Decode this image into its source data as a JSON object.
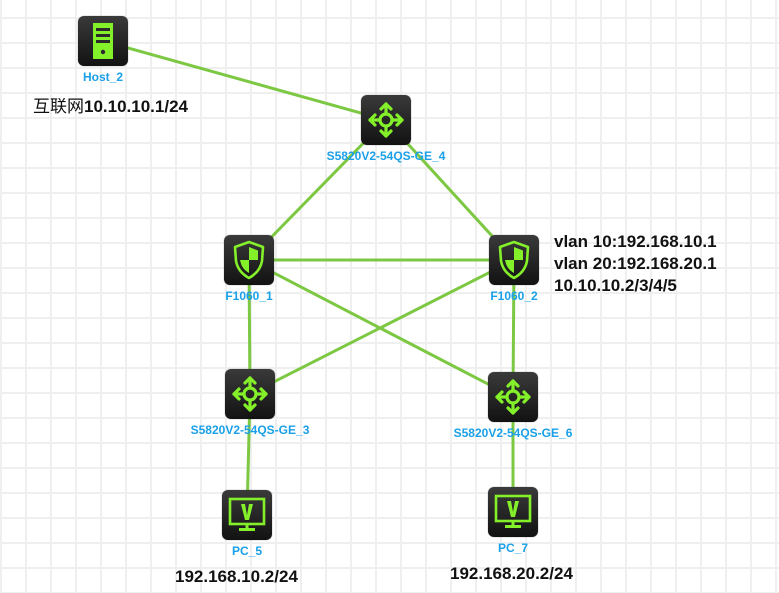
{
  "colors": {
    "link": "#7dc843",
    "device_accent": "#84f02a",
    "label": "#1aa0e8",
    "annotation": "#111111",
    "grid": "#efefef"
  },
  "nodes": {
    "host_2": {
      "label": "Host_2",
      "icon": "server-icon"
    },
    "sw_4": {
      "label": "S5820V2-54QS-GE_4",
      "icon": "switch-icon"
    },
    "fw_1": {
      "label": "F1060_1",
      "icon": "firewall-shield-icon"
    },
    "fw_2": {
      "label": "F1060_2",
      "icon": "firewall-shield-icon"
    },
    "sw_3": {
      "label": "S5820V2-54QS-GE_3",
      "icon": "switch-icon"
    },
    "sw_6": {
      "label": "S5820V2-54QS-GE_6",
      "icon": "switch-icon"
    },
    "pc_5": {
      "label": "PC_5",
      "icon": "pc-monitor-icon"
    },
    "pc_7": {
      "label": "PC_7",
      "icon": "pc-monitor-icon"
    }
  },
  "links": [
    {
      "from": "host_2",
      "to": "sw_4"
    },
    {
      "from": "sw_4",
      "to": "fw_1"
    },
    {
      "from": "sw_4",
      "to": "fw_2"
    },
    {
      "from": "fw_1",
      "to": "fw_2"
    },
    {
      "from": "fw_1",
      "to": "sw_3"
    },
    {
      "from": "fw_1",
      "to": "sw_6"
    },
    {
      "from": "fw_2",
      "to": "sw_3"
    },
    {
      "from": "fw_2",
      "to": "sw_6"
    },
    {
      "from": "sw_3",
      "to": "pc_5"
    },
    {
      "from": "sw_6",
      "to": "pc_7"
    }
  ],
  "annotations": {
    "internet_prefix": "互联网",
    "internet_ip": "10.10.10.1/24",
    "fw2_line1": "vlan 10:192.168.10.1",
    "fw2_line2": "vlan 20:192.168.20.1",
    "fw2_line3": "10.10.10.2/3/4/5",
    "pc5_ip": "192.168.10.2/24",
    "pc7_ip": "192.168.20.2/24"
  }
}
